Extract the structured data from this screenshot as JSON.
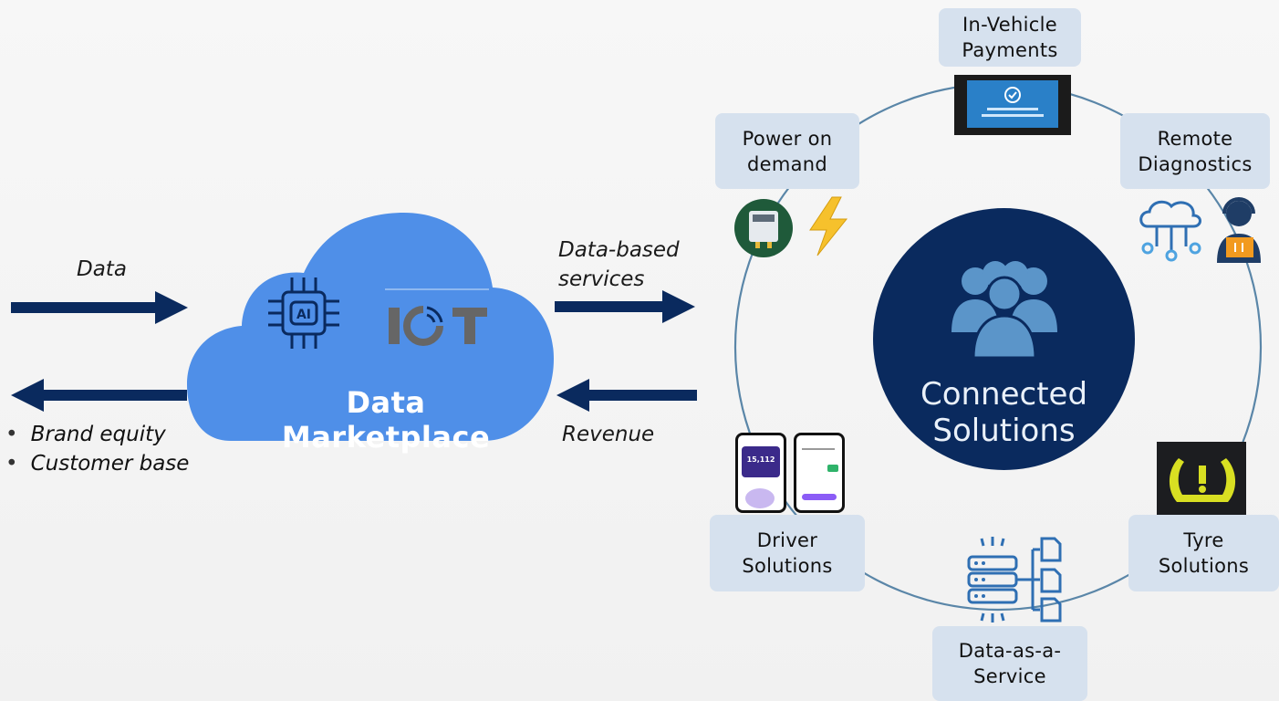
{
  "flows": {
    "data_in": "Data",
    "data_services": "Data-based\nservices",
    "revenue": "Revenue",
    "returns": [
      "Brand equity",
      "Customer base"
    ]
  },
  "cloud": {
    "title": "Data Marketplace",
    "ai_badge": "AI",
    "iot_badge": "IOT"
  },
  "center": {
    "title": "Connected\nSolutions"
  },
  "nodes": {
    "in_vehicle_payments": "In-Vehicle\nPayments",
    "power_on_demand": "Power on\ndemand",
    "remote_diagnostics": "Remote\nDiagnostics",
    "driver_solutions": "Driver\nSolutions",
    "tyre_solutions": "Tyre\nSolutions",
    "data_as_a_service": "Data-as-a-\nService"
  },
  "phone_app": {
    "score": "15,112"
  },
  "colors": {
    "navy": "#0a2a5e",
    "cloud_blue": "#4f8fe8",
    "node_bg": "#d6e1ee",
    "ring": "#5a86a8",
    "people_icon": "#5b95c9"
  }
}
